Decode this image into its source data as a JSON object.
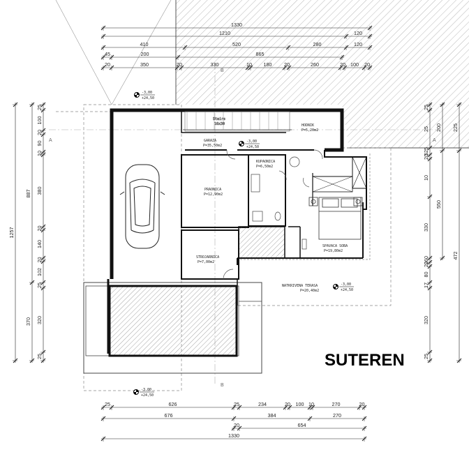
{
  "title": "SUTEREN",
  "top_dims": {
    "row1": [
      "1330"
    ],
    "row2": [
      "1210",
      "120"
    ],
    "row3": [
      "410",
      "520",
      "280",
      "120"
    ],
    "row4": [
      "45",
      "200",
      "865"
    ],
    "row5": [
      "20",
      "350",
      "20",
      "330",
      "10",
      "180",
      "20",
      "260",
      "20",
      "100",
      "20"
    ]
  },
  "bottom_dims": {
    "row1": [
      "25",
      "626",
      "25",
      "234",
      "20",
      "100",
      "10",
      "270",
      "20"
    ],
    "row2": [
      "676",
      "384",
      "270"
    ],
    "row3": [
      "20",
      "654"
    ],
    "row4": [
      "1330"
    ]
  },
  "left_dims": {
    "outer": [
      "1257"
    ],
    "mid": [
      "887",
      "370"
    ],
    "inner": [
      "25",
      "100",
      "20",
      "90",
      "10",
      "380",
      "20",
      "140",
      "20",
      "102",
      "25",
      "320",
      "25"
    ]
  },
  "right_dims": {
    "outer": [
      "225",
      "472"
    ],
    "mid": [
      "200",
      "550"
    ],
    "inner": [
      "25",
      "25",
      "525",
      "20",
      "10",
      "330",
      "260",
      "20",
      "80",
      "17",
      "320",
      "25"
    ]
  },
  "levels": {
    "top": {
      "a": "-3,00",
      "b": "+24,50"
    },
    "garage": {
      "a": "-3,00",
      "b": "+24,50"
    },
    "terrace": {
      "a": "-3,00",
      "b": "+24,50"
    },
    "bottom": {
      "a": "-3,00",
      "b": "+24,50"
    }
  },
  "rooms": {
    "garaza": {
      "name": "GARAZA",
      "area": "P=35,50m2"
    },
    "hodnik": {
      "name": "HODNIK",
      "area": "P=5,20m2"
    },
    "kupaonica": {
      "name": "KUPAONICA",
      "area": "P=6,50m2"
    },
    "praonica": {
      "name": "PRAONICA",
      "area": "P=12,90m2"
    },
    "strojarnica": {
      "name": "STROJARNICA",
      "area": "P=7,00m2"
    },
    "spavaca": {
      "name": "SPAVACA SOBA",
      "area": "P=19,80m2"
    },
    "terasa": {
      "name": "NATKRIVENA TERASA",
      "area": "P=20,40m2"
    },
    "stairs": {
      "name": "Stairs",
      "sub": "16x30"
    }
  },
  "axes": {
    "a_left": "A",
    "a_right": "A",
    "b_top": "B",
    "b_bottom": "B"
  }
}
